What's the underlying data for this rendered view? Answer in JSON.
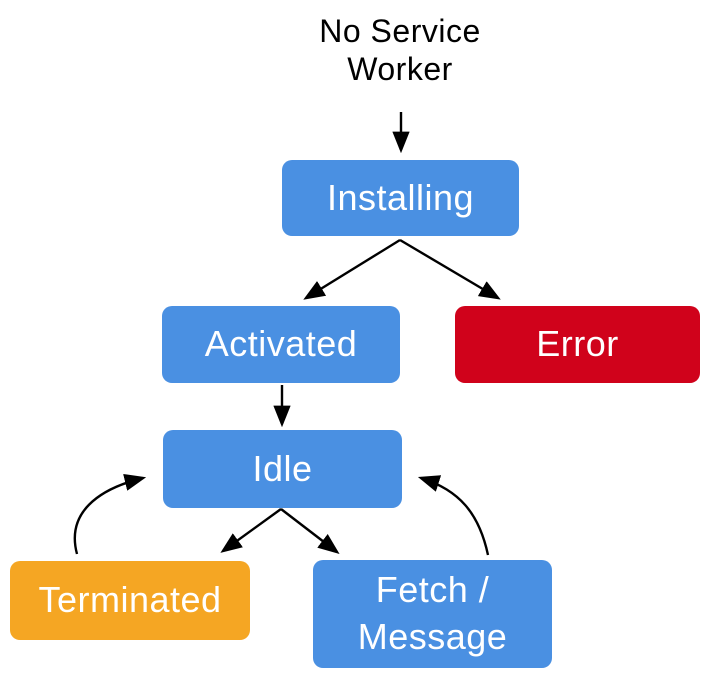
{
  "title": "No Service\nWorker",
  "colors": {
    "node_blue": "#4A90E2",
    "node_red": "#D0021B",
    "node_orange": "#F5A623",
    "node_text": "#FFFFFF",
    "title_text": "#000000",
    "arrow": "#000000",
    "background": "#FFFFFF"
  },
  "nodes": [
    {
      "id": "installing",
      "label": "Installing",
      "color": "blue"
    },
    {
      "id": "activated",
      "label": "Activated",
      "color": "blue"
    },
    {
      "id": "error",
      "label": "Error",
      "color": "red"
    },
    {
      "id": "idle",
      "label": "Idle",
      "color": "blue"
    },
    {
      "id": "terminated",
      "label": "Terminated",
      "color": "orange"
    },
    {
      "id": "fetch-message",
      "label": "Fetch /\nMessage",
      "color": "blue"
    }
  ],
  "edges": [
    {
      "from": "no-service-worker",
      "to": "installing"
    },
    {
      "from": "installing",
      "to": "activated"
    },
    {
      "from": "installing",
      "to": "error"
    },
    {
      "from": "activated",
      "to": "idle"
    },
    {
      "from": "idle",
      "to": "terminated"
    },
    {
      "from": "idle",
      "to": "fetch-message"
    },
    {
      "from": "terminated",
      "to": "idle"
    },
    {
      "from": "fetch-message",
      "to": "idle"
    }
  ]
}
